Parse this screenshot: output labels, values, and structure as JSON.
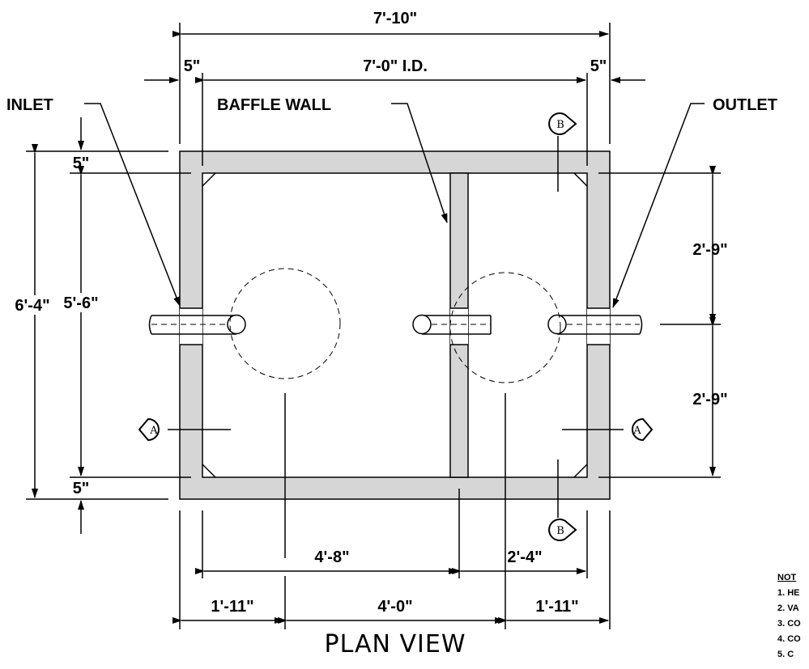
{
  "title": "PLAN VIEW",
  "labels": {
    "inlet": "INLET",
    "outlet": "OUTLET",
    "baffle_wall": "BAFFLE WALL"
  },
  "dimensions": {
    "overall_width": "7'-10\"",
    "inside_width": "7'-0\" I.D.",
    "wall_left": "5\"",
    "wall_right": "5\"",
    "wall_top": "5\"",
    "wall_bottom": "5\"",
    "overall_length": "6'-4\"",
    "inside_length": "5'-6\"",
    "outlet_upper": "2'-9\"",
    "outlet_lower": "2'-9\"",
    "chamber_1": "4'-8\"",
    "chamber_2": "2'-4\"",
    "bottom_left": "1'-11\"",
    "bottom_center": "4'-0\"",
    "bottom_right": "1'-11\""
  },
  "section_markers": {
    "a_left": "A",
    "a_right": "A",
    "b_top": "B",
    "b_bottom": "B"
  },
  "notes": {
    "header": "NOT",
    "items": [
      "1. HE",
      "2. VA",
      "3. CO",
      "4. CO",
      "5. C"
    ]
  }
}
